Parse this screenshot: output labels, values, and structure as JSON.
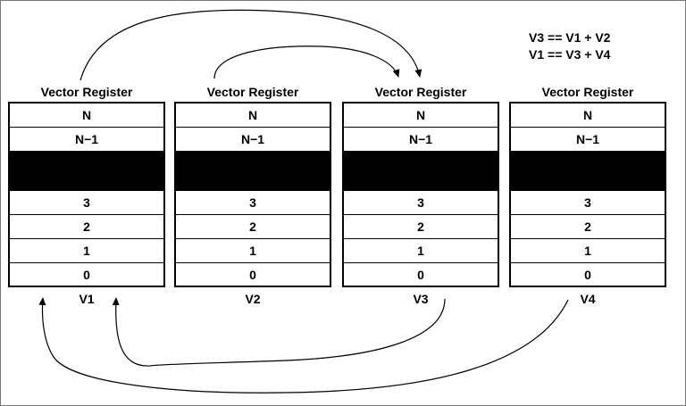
{
  "equations": [
    "V3 == V1 + V2",
    "V1 == V3 + V4"
  ],
  "registers": [
    {
      "title": "Vector Register",
      "name": "V1",
      "cells": [
        "N",
        "N−1",
        "",
        "3",
        "2",
        "1",
        "0"
      ]
    },
    {
      "title": "Vector Register",
      "name": "V2",
      "cells": [
        "N",
        "N−1",
        "",
        "3",
        "2",
        "1",
        "0"
      ]
    },
    {
      "title": "Vector Register",
      "name": "V3",
      "cells": [
        "N",
        "N−1",
        "",
        "3",
        "2",
        "1",
        "0"
      ]
    },
    {
      "title": "Vector Register",
      "name": "V4",
      "cells": [
        "N",
        "N−1",
        "",
        "3",
        "2",
        "1",
        "0"
      ]
    }
  ]
}
